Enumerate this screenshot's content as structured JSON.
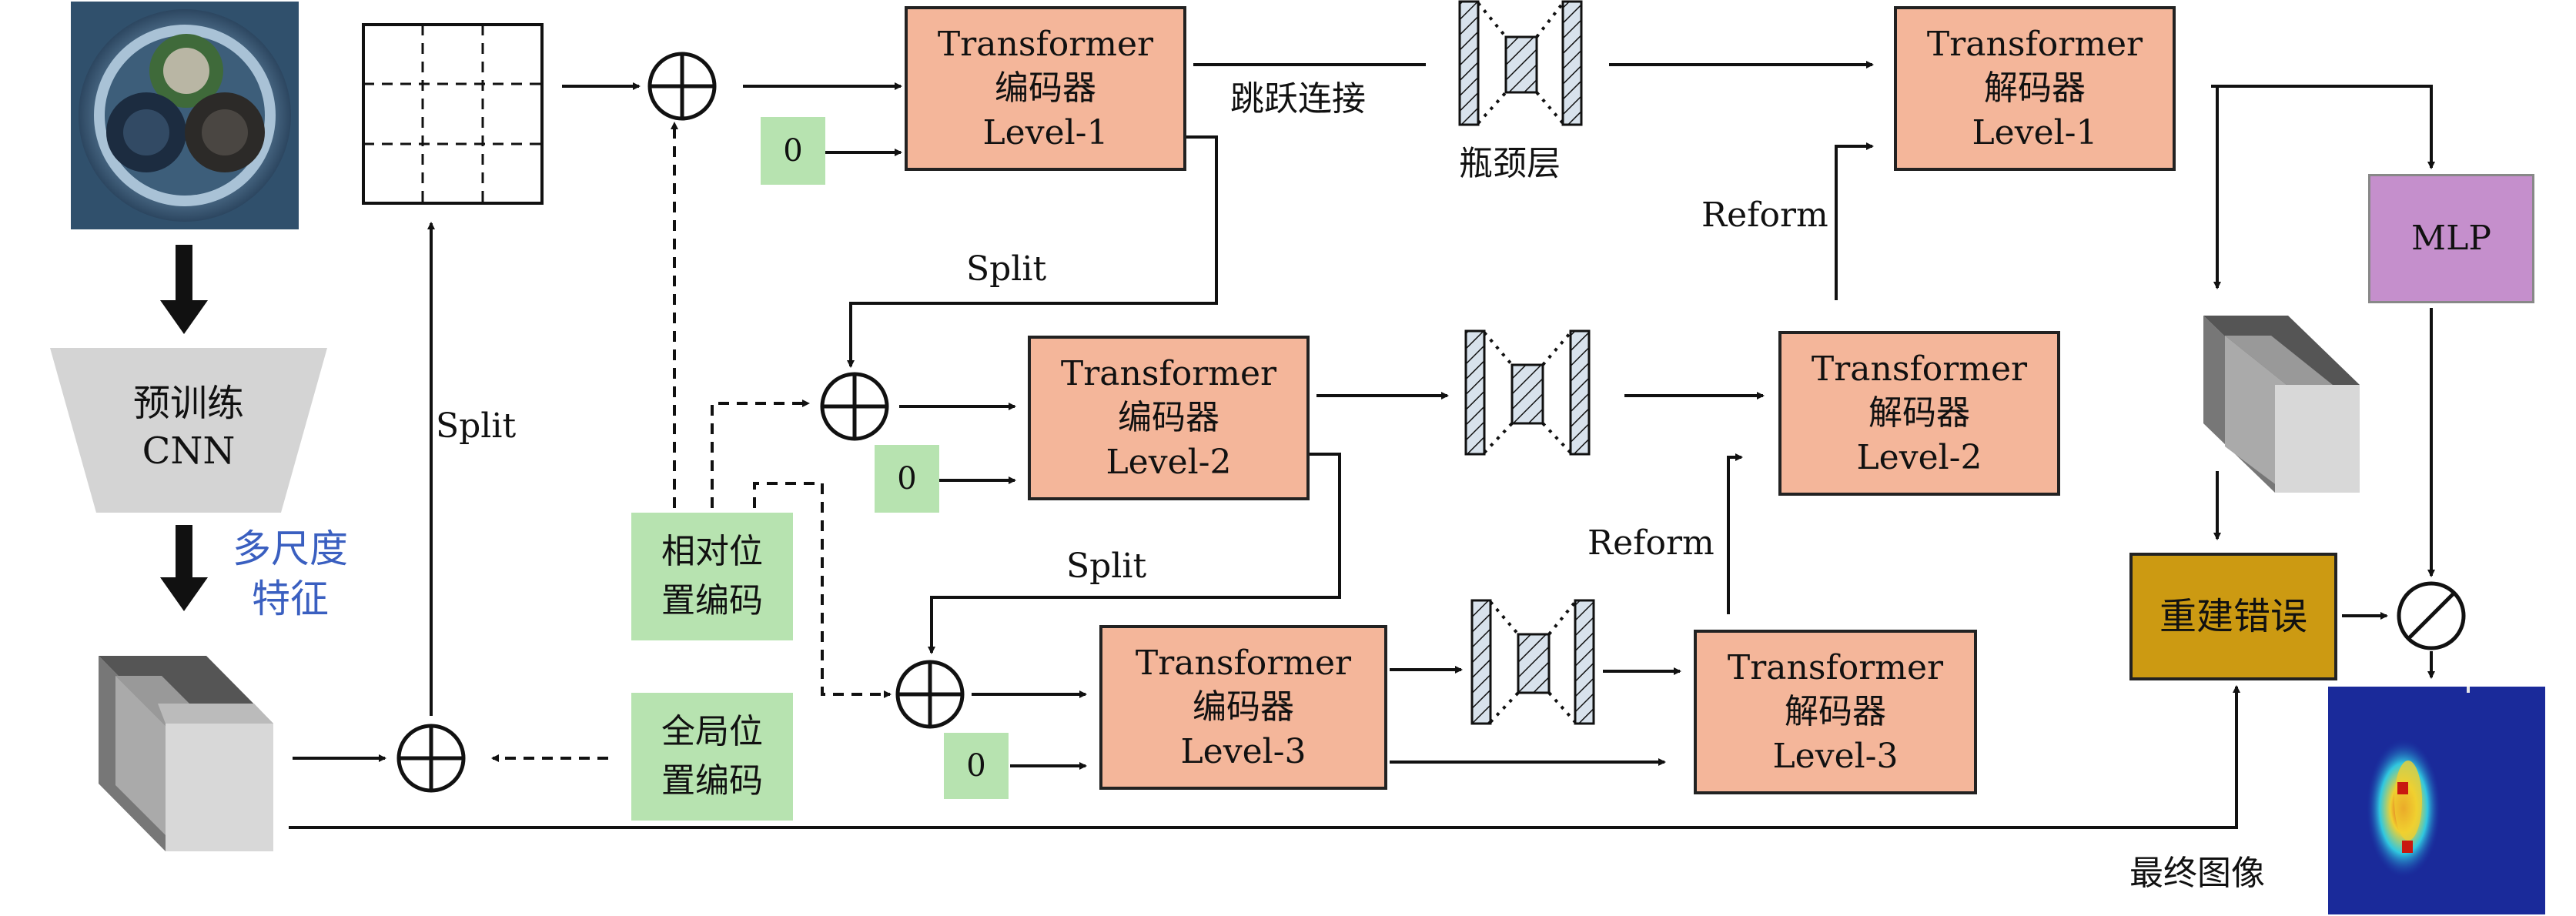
{
  "diagram": {
    "cnn_label": [
      "预训练",
      "CNN"
    ],
    "multiscale_label": [
      "多尺度",
      "特征"
    ],
    "split_labels": [
      "Split",
      "Split",
      "Split"
    ],
    "reform_labels": [
      "Reform",
      "Reform"
    ],
    "skip_label": "跳跃连接",
    "bottleneck_label": "瓶颈层",
    "zero": "0",
    "relative_pos": [
      "相对位",
      "置编码"
    ],
    "global_pos": [
      "全局位",
      "置编码"
    ],
    "encoders": [
      {
        "name": "Transformer",
        "sub": "编码器",
        "level": "Level-1"
      },
      {
        "name": "Transformer",
        "sub": "编码器",
        "level": "Level-2"
      },
      {
        "name": "Transformer",
        "sub": "编码器",
        "level": "Level-3"
      }
    ],
    "decoders": [
      {
        "name": "Transformer",
        "sub": "解码器",
        "level": "Level-1"
      },
      {
        "name": "Transformer",
        "sub": "解码器",
        "level": "Level-2"
      },
      {
        "name": "Transformer",
        "sub": "解码器",
        "level": "Level-3"
      }
    ],
    "mlp": "MLP",
    "recon_error": "重建错误",
    "final_image": "最终图像",
    "colors": {
      "transformer": "#f4b69a",
      "positional": "#b7e3b0",
      "mlp": "#c58fcc",
      "recon": "#cc9a12",
      "multiscale_text": "#3a5fc0"
    }
  }
}
